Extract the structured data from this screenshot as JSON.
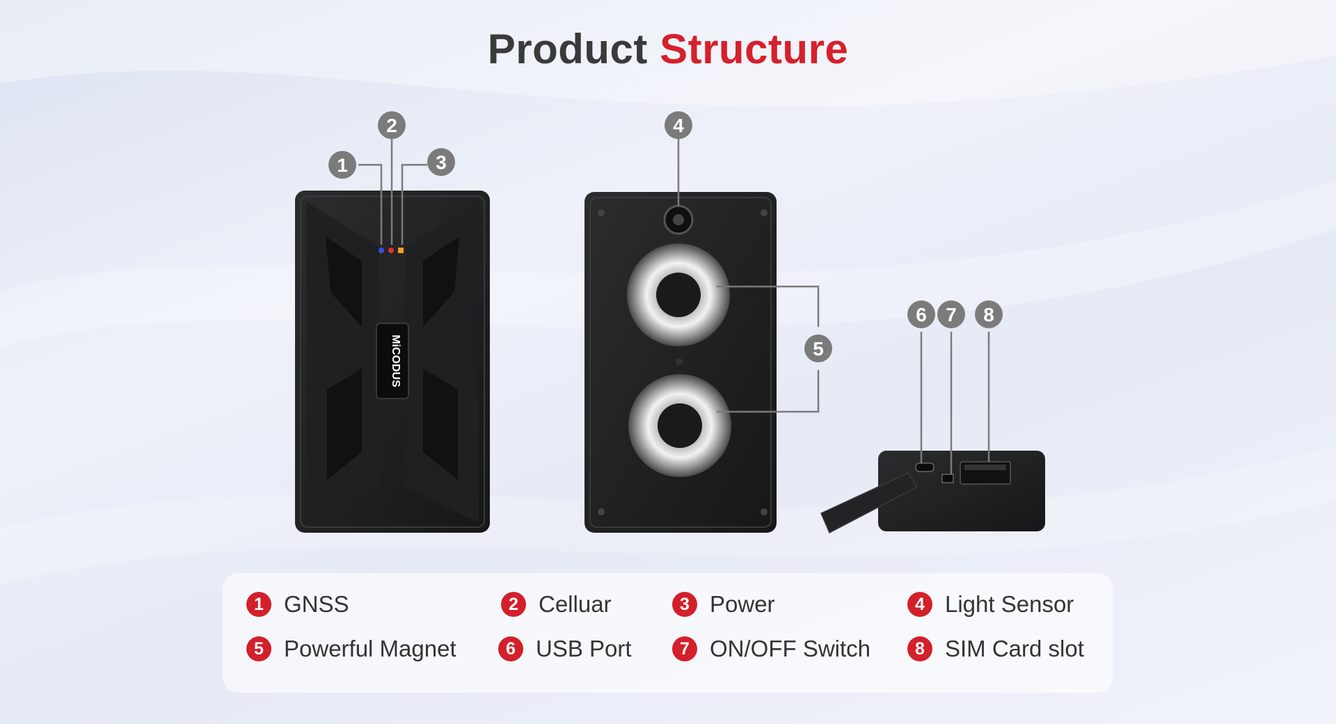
{
  "title": {
    "part1": "Product",
    "part2": "Structure"
  },
  "brand": {
    "logo_text": "MiCODUS"
  },
  "callouts": [
    "1",
    "2",
    "3",
    "4",
    "5",
    "6",
    "7",
    "8"
  ],
  "legend": [
    {
      "number": "1",
      "label": "GNSS"
    },
    {
      "number": "2",
      "label": "Celluar"
    },
    {
      "number": "3",
      "label": "Power"
    },
    {
      "number": "4",
      "label": "Light Sensor"
    },
    {
      "number": "5",
      "label": "Powerful Magnet"
    },
    {
      "number": "6",
      "label": "USB Port"
    },
    {
      "number": "7",
      "label": "ON/OFF Switch"
    },
    {
      "number": "8",
      "label": "SIM Card slot"
    }
  ],
  "colors": {
    "accent_red": "#d6202b",
    "title_dark": "#3a3a3a",
    "callout_grey": "#7b7b7b",
    "led_gnss": "#2f55e6",
    "led_cellular": "#e53030",
    "led_power": "#f0a020"
  }
}
